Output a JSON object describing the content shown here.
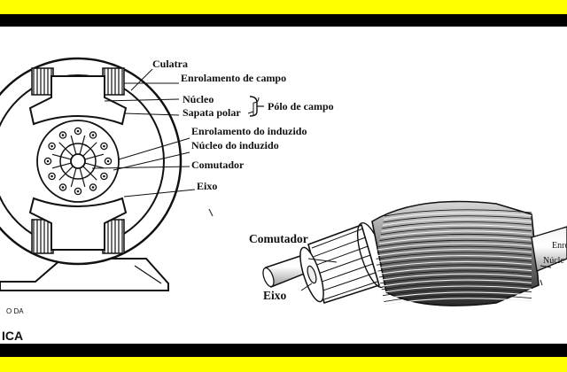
{
  "cross_section": {
    "labels": {
      "culatra": "Culatra",
      "enrolamento_campo": "Enrolamento de campo",
      "nucleo": "Núcleo",
      "sapata_polar": "Sapata polar",
      "polo_campo": "Pólo de campo",
      "enrolamento_induzido": "Enrolamento do induzido",
      "nucleo_induzido": "Núcleo do induzido",
      "comutador": "Comutador",
      "eixo": "Eixo"
    }
  },
  "armature": {
    "labels": {
      "comutador": "Comutador",
      "eixo": "Eixo",
      "enrolamento_cut": "Enro",
      "nucleo_cut": "Núcle"
    }
  },
  "watermark": {
    "line1": "O DA",
    "line2": "ICA"
  },
  "colors": {
    "band": "#ffff00",
    "frame": "#000000",
    "paper": "#ffffff",
    "ink": "#111111"
  }
}
